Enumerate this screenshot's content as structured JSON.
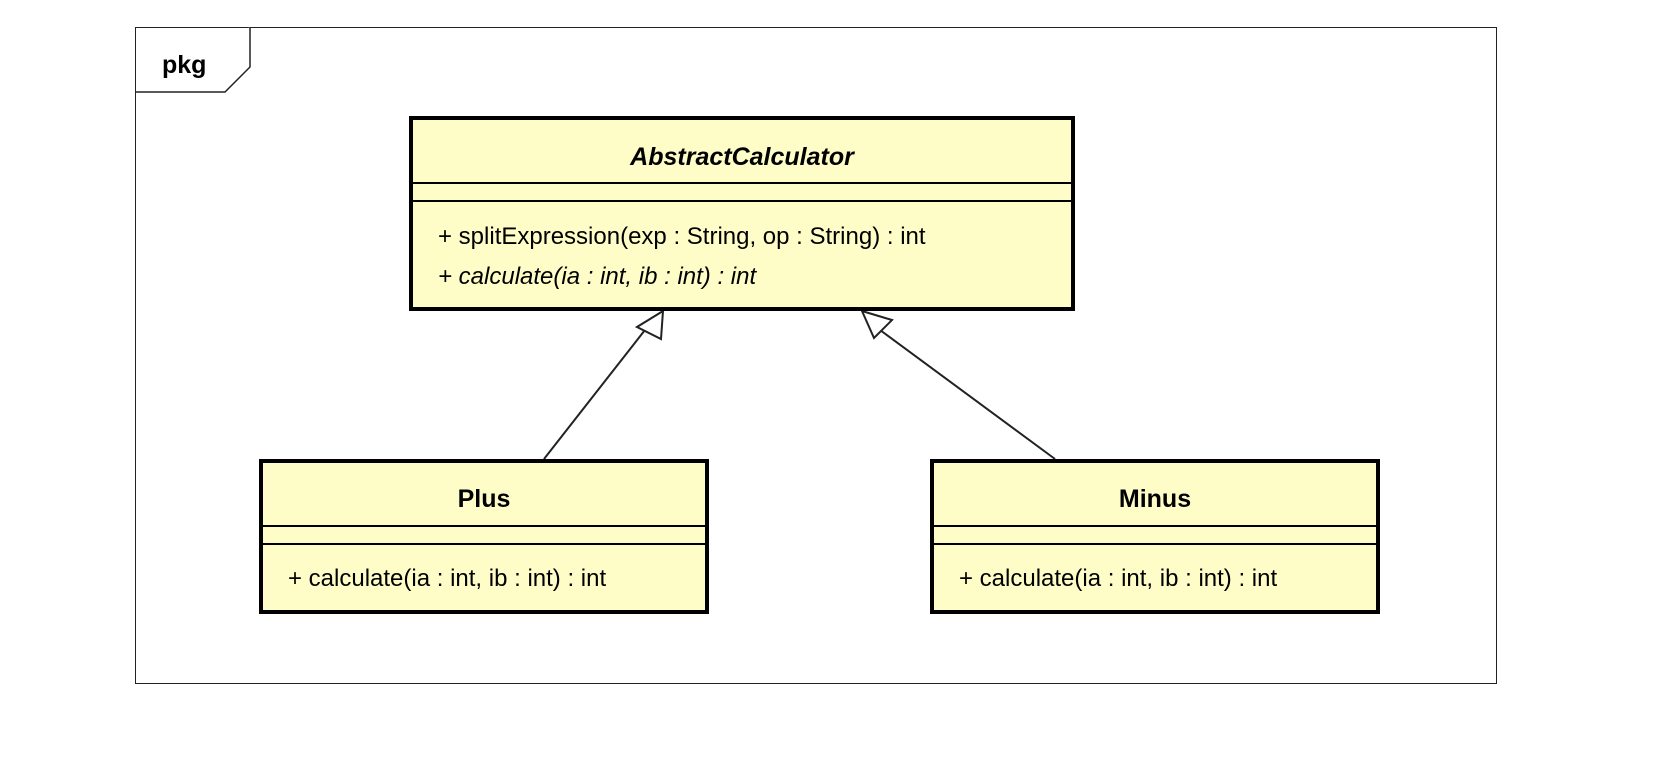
{
  "package": {
    "label": "pkg"
  },
  "classes": {
    "abstract_calculator": {
      "name": "AbstractCalculator",
      "is_abstract": true,
      "operations": [
        {
          "text": "+ splitExpression(exp : String, op : String) : int",
          "abstract": false
        },
        {
          "text": "+ calculate(ia : int, ib : int) : int",
          "abstract": true
        }
      ]
    },
    "plus": {
      "name": "Plus",
      "operations": [
        {
          "text": "+ calculate(ia : int, ib : int) : int",
          "abstract": false
        }
      ]
    },
    "minus": {
      "name": "Minus",
      "operations": [
        {
          "text": "+ calculate(ia : int, ib : int) : int",
          "abstract": false
        }
      ]
    }
  },
  "relationships": [
    {
      "type": "generalization",
      "from": "Plus",
      "to": "AbstractCalculator"
    },
    {
      "type": "generalization",
      "from": "Minus",
      "to": "AbstractCalculator"
    }
  ],
  "colors": {
    "class_fill": "#fefdc8",
    "class_border": "#000000",
    "frame_border": "#222222",
    "background": "#ffffff"
  }
}
